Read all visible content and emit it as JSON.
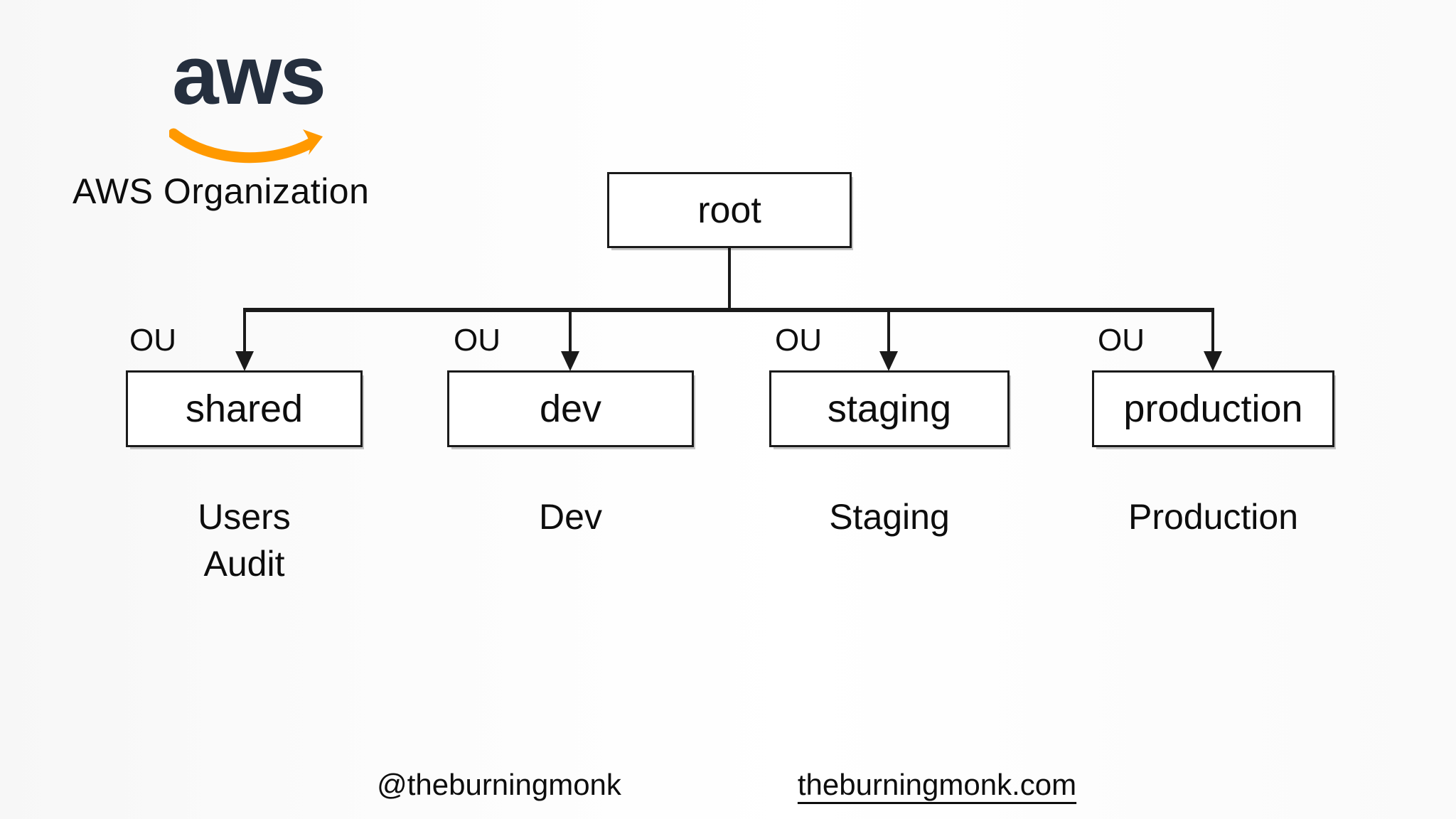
{
  "brand": {
    "logo_text": "aws",
    "title": "AWS Organization"
  },
  "diagram": {
    "root": {
      "label": "root"
    },
    "ou_tag": "OU",
    "ous": [
      {
        "name": "shared",
        "accounts": [
          "Users",
          "Audit"
        ]
      },
      {
        "name": "dev",
        "accounts": [
          "Dev"
        ]
      },
      {
        "name": "staging",
        "accounts": [
          "Staging"
        ]
      },
      {
        "name": "production",
        "accounts": [
          "Production"
        ]
      }
    ]
  },
  "footer": {
    "twitter_handle": "@theburningmonk",
    "website": "theburningmonk.com"
  },
  "colors": {
    "aws_squid_ink": "#252f3e",
    "aws_orange": "#ff9900",
    "line": "#1a1a1a",
    "background": "#fcfcfc"
  }
}
